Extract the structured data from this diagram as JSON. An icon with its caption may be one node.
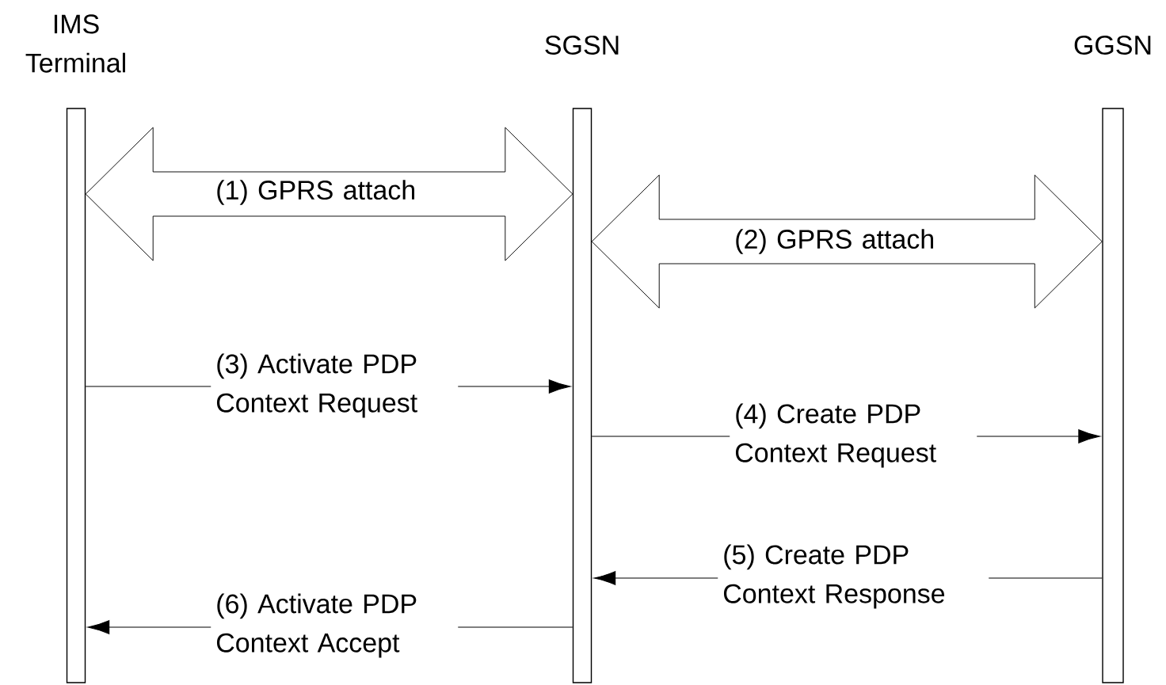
{
  "diagram": {
    "nodes": [
      {
        "text": [
          "IMS Terminal"
        ]
      },
      {
        "text": [
          "SGSN"
        ]
      },
      {
        "text": [
          "GGSN"
        ]
      }
    ],
    "edges": [
      {
        "from": 0,
        "to": 1,
        "arrow": "both",
        "style": "thick",
        "label": "(1) GPRS attach"
      },
      {
        "from": 1,
        "to": 2,
        "arrow": "both",
        "style": "thick",
        "label": "(2) GPRS attach"
      },
      {
        "from": 0,
        "to": 1,
        "arrow": "to",
        "label": "(3) Activate PDP Context Request"
      },
      {
        "from": 1,
        "to": 2,
        "arrow": "to",
        "label": "(4) Create PDP Context Request"
      },
      {
        "from": 2,
        "to": 1,
        "arrow": "to",
        "label": "(5) Create PDP Context Response"
      },
      {
        "from": 1,
        "to": 0,
        "arrow": "to",
        "label": "(6) Activate PDP Context Accept"
      }
    ]
  }
}
